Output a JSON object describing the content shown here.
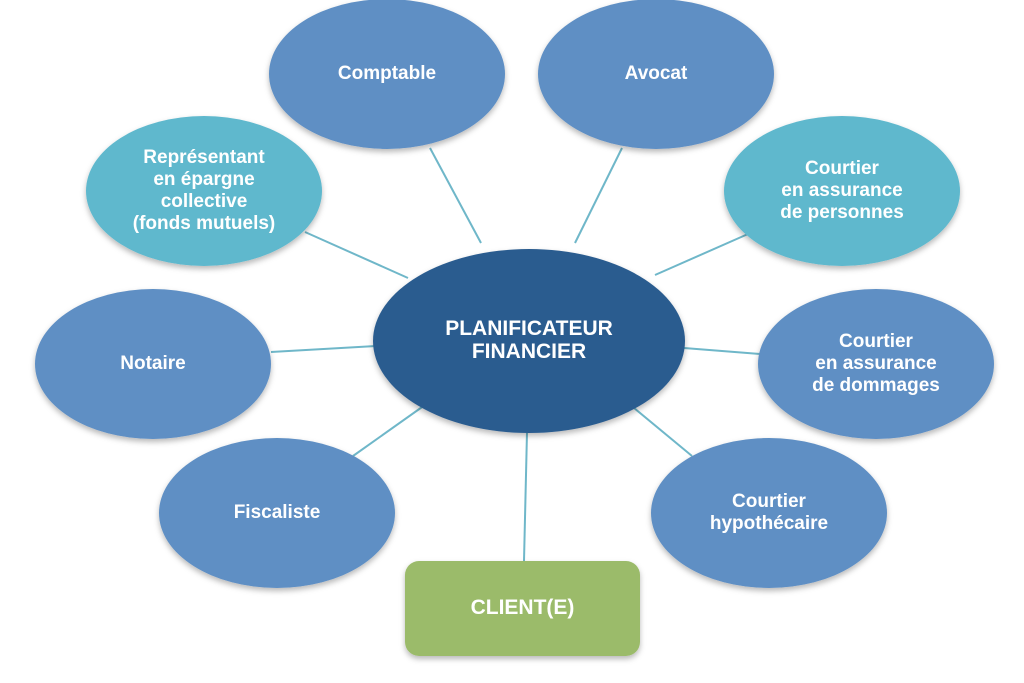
{
  "center": {
    "lines": [
      "PLANIFICATEUR",
      "FINANCIER"
    ],
    "color": "#2b5c8f"
  },
  "client": {
    "label": "CLIENT(E)",
    "color": "#9bbb6a"
  },
  "colors": {
    "primary_node": "#5f8fc4",
    "secondary_node": "#5fb8cd",
    "connector": "#6fb7c9"
  },
  "nodes": [
    {
      "id": "comptable",
      "lines": [
        "Comptable"
      ],
      "variant": "primary"
    },
    {
      "id": "avocat",
      "lines": [
        "Avocat"
      ],
      "variant": "primary"
    },
    {
      "id": "representant",
      "lines": [
        "Représentant",
        "en épargne",
        "collective",
        "(fonds mutuels)"
      ],
      "variant": "secondary"
    },
    {
      "id": "courtier-personnes",
      "lines": [
        "Courtier",
        "en assurance",
        "de personnes"
      ],
      "variant": "secondary"
    },
    {
      "id": "notaire",
      "lines": [
        "Notaire"
      ],
      "variant": "primary"
    },
    {
      "id": "courtier-dommages",
      "lines": [
        "Courtier",
        "en assurance",
        "de dommages"
      ],
      "variant": "primary"
    },
    {
      "id": "fiscaliste",
      "lines": [
        "Fiscaliste"
      ],
      "variant": "primary"
    },
    {
      "id": "courtier-hypothecaire",
      "lines": [
        "Courtier",
        "hypothécaire"
      ],
      "variant": "primary"
    }
  ]
}
